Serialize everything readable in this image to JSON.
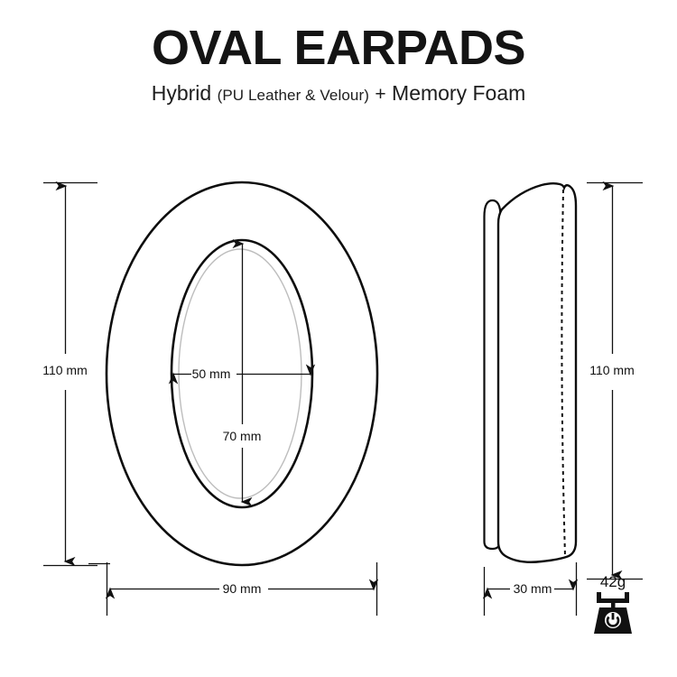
{
  "header": {
    "title": "OVAL EARPADS",
    "subtitle_lead": "Hybrid",
    "subtitle_paren": "(PU Leather & Velour)",
    "subtitle_plus": "+",
    "subtitle_tail": "Memory Foam"
  },
  "front_view": {
    "name": "oval earpad front view",
    "dimensions": {
      "height": "110 mm",
      "width": "90 mm",
      "opening_width": "50 mm",
      "opening_height": "70 mm"
    }
  },
  "side_view": {
    "name": "oval earpad side profile view",
    "dimensions": {
      "height": "110 mm",
      "thickness": "30 mm"
    }
  },
  "weight_badge": {
    "label": "42g",
    "icon": "kitchen-scale-icon"
  },
  "colors": {
    "ink": "#111111",
    "outline": "#0d0d0d",
    "inner_guide": "#bdbdbd",
    "background": "#ffffff"
  }
}
